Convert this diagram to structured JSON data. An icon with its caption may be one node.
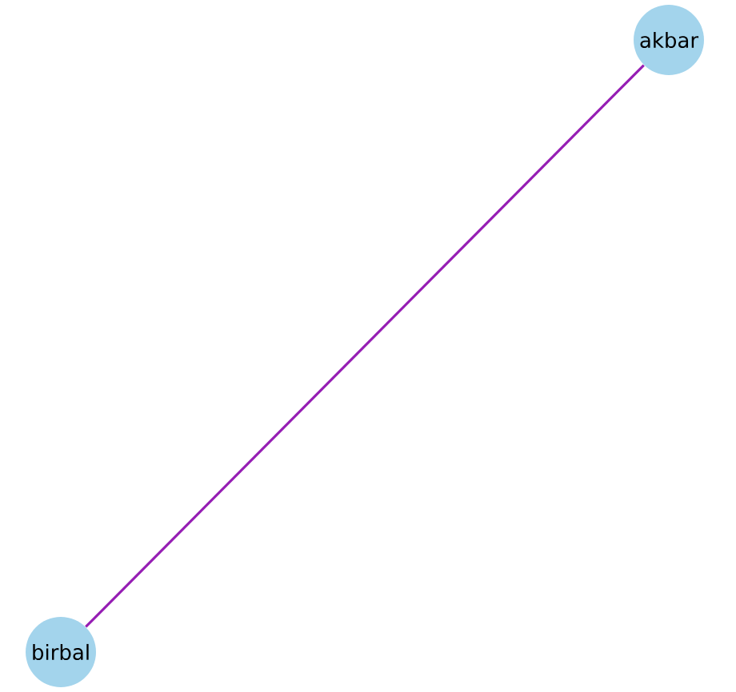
{
  "diagram": {
    "nodes": [
      {
        "text": [
          "akbar"
        ]
      },
      {
        "text": [
          "birbal"
        ]
      }
    ],
    "edges": [
      {
        "from": 0,
        "to": 1,
        "arrow": "none"
      }
    ]
  }
}
